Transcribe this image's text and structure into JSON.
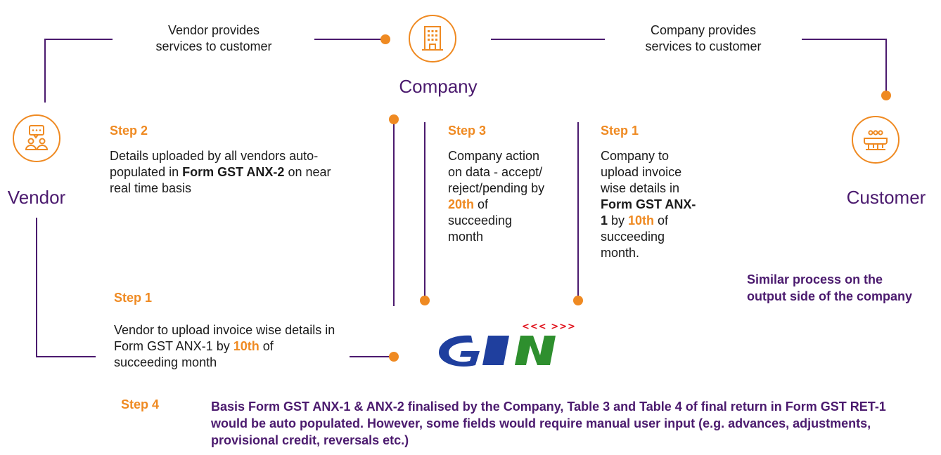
{
  "colors": {
    "accent": "#ef8a22",
    "line": "#4b1a6e",
    "text": "#1a1a1a"
  },
  "nodes": {
    "company": {
      "label": "Company",
      "icon": "building-icon"
    },
    "vendor": {
      "label": "Vendor",
      "icon": "people-chat-icon"
    },
    "customer": {
      "label": "Customer",
      "icon": "store-icon"
    }
  },
  "captions": {
    "vendor_services": [
      "Vendor provides",
      "services to customer"
    ],
    "company_services": [
      "Company provides",
      "services to customer"
    ]
  },
  "steps": {
    "vendor_step2": {
      "title": "Step 2",
      "text_a": "Details uploaded by all vendors auto-populated in ",
      "bold": "Form GST ANX-2",
      "text_b": " on near real time basis"
    },
    "company_step3": {
      "title": "Step 3",
      "text_a": "Company action on data - accept/ reject/pending by ",
      "highlight": "20th",
      "text_b": " of succeeding month"
    },
    "company_step1": {
      "title": "Step 1",
      "text_a": "Company to upload invoice wise details in ",
      "bold": "Form GST ANX-1",
      "text_b": " by ",
      "highlight": "10th",
      "text_c": " of succeeding month."
    },
    "vendor_step1": {
      "title": "Step 1",
      "text_a": "Vendor to upload invoice wise details in Form GST ANX-1 by ",
      "highlight": "10th",
      "text_b": " of succeeding month"
    },
    "step4": {
      "title": "Step 4",
      "text": "Basis Form GST ANX-1 & ANX-2 finalised by the Company, Table 3 and Table 4 of final return in Form GST RET-1 would be auto populated. However, some fields would require manual user input (e.g. advances, adjustments, provisional credit, reversals etc.)"
    }
  },
  "side_note": "Similar process on the output side of the company",
  "gstn_logo": {
    "text": "GSTN",
    "arrows": "<<< >>>"
  }
}
